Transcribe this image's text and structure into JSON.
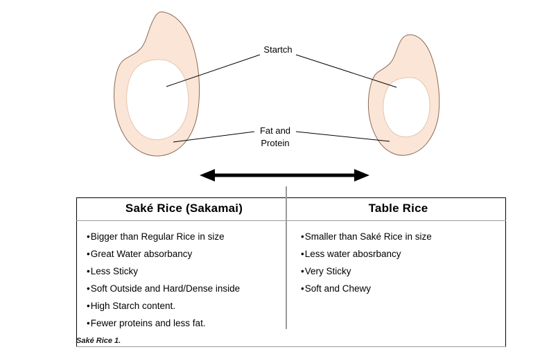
{
  "figure": {
    "caption": "Saké Rice 1.",
    "colors": {
      "grain_fill": "#FBE5D6",
      "grain_stroke": "#8A6A56",
      "starch_fill": "#FFFFFF",
      "leader_line": "#000000",
      "arrow": "#000000",
      "table_border_dark": "#000000",
      "table_border_gray": "#9A9A9A"
    }
  },
  "diagram": {
    "labels": {
      "starch": "Startch",
      "fat_and_protein_line1": "Fat and",
      "fat_and_protein_line2": "Protein"
    },
    "grains": [
      {
        "name": "sake-rice-grain",
        "side": "left",
        "relative_size": "larger"
      },
      {
        "name": "table-rice-grain",
        "side": "right",
        "relative_size": "smaller"
      }
    ],
    "comparison_arrow": "double-headed-arrow"
  },
  "table": {
    "columns": [
      {
        "header": "Saké Rice (Sakamai)",
        "bullets": [
          "Bigger than Regular Rice in size",
          "Great Water absorbancy",
          "Less Sticky",
          "Soft Outside and Hard/Dense inside",
          "High Starch content.",
          "Fewer proteins and less fat."
        ]
      },
      {
        "header": "Table Rice",
        "bullets": [
          "Smaller than Saké Rice in size",
          "Less water abosrbancy",
          "Very Sticky",
          "Soft and Chewy"
        ]
      }
    ],
    "bullet_glyph": "•"
  }
}
